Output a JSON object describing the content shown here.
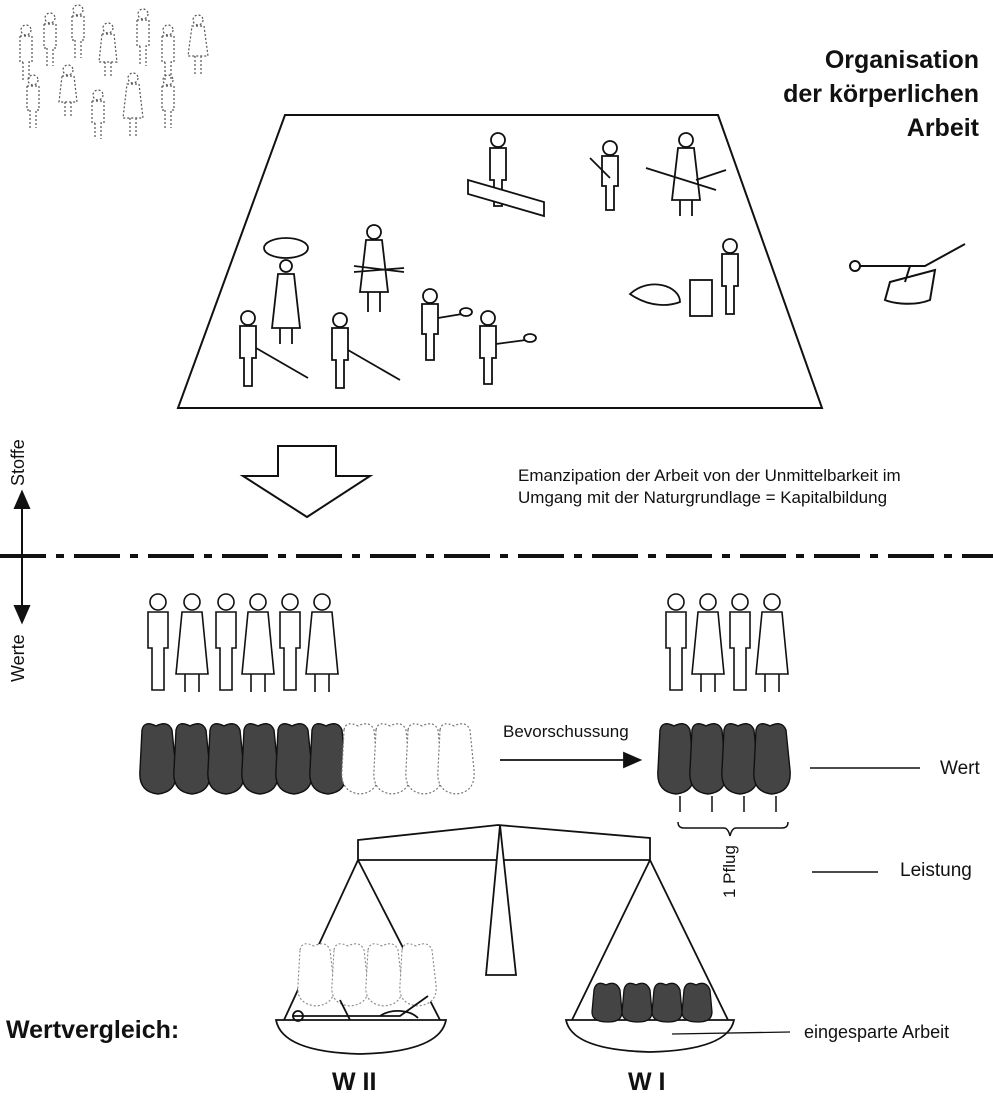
{
  "title": {
    "line1": "Organisation",
    "line2": "der körperlichen",
    "line3": "Arbeit"
  },
  "emancipation": {
    "line1": "Emanzipation der Arbeit von der Unmittelbarkeit im",
    "line2": "Umgang mit der Naturgrundlage = Kapitalbildung"
  },
  "axis": {
    "stoffe": "Stoffe",
    "werte": "Werte"
  },
  "labels": {
    "bevorschussung": "Bevorschussung",
    "wert": "Wert",
    "pflug": "1 Pflug",
    "leistung": "Leistung",
    "eingesparte_arbeit": "eingesparte Arbeit",
    "wertvergleich": "Wertvergleich:",
    "w2": "W II",
    "w1": "W I"
  }
}
